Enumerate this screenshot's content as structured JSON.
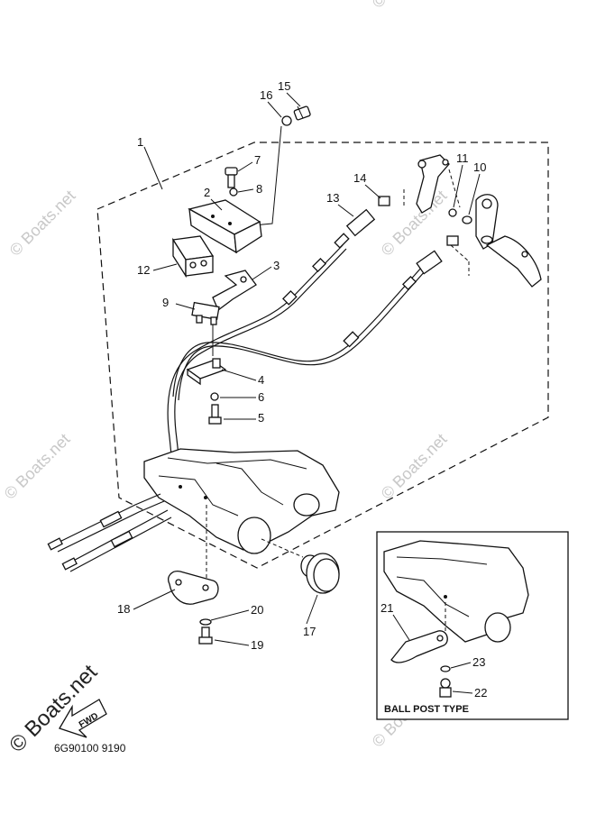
{
  "watermark": "© Boats.net",
  "part_labels": [
    "1",
    "2",
    "3",
    "4",
    "5",
    "6",
    "7",
    "8",
    "9",
    "10",
    "11",
    "12",
    "13",
    "14",
    "15",
    "16",
    "17",
    "18",
    "19",
    "20",
    "21",
    "22",
    "23"
  ],
  "inset_title": "BALL POST TYPE",
  "fwd_label": "FWD",
  "diagram_code": "6G90100 9190"
}
